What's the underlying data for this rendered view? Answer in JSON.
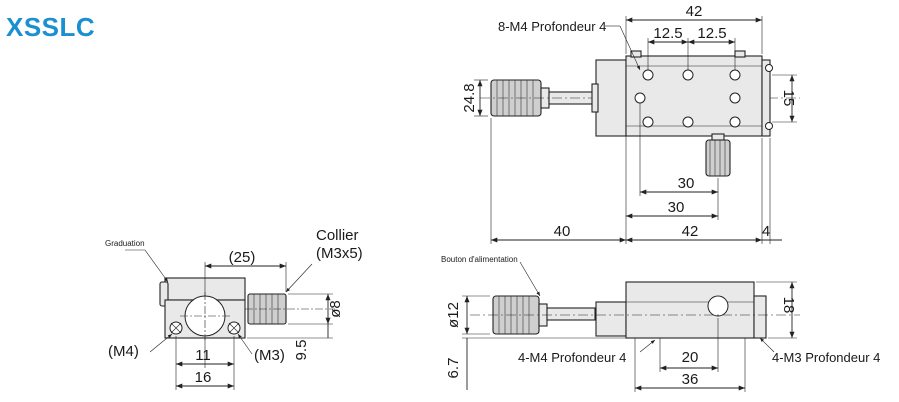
{
  "title": "XSSLC",
  "top_view": {
    "dims": {
      "width": "42",
      "pitch_left": "12.5",
      "pitch_right": "12.5",
      "height": "24.8",
      "inner": "15",
      "d30a": "30",
      "d30b": "30",
      "d40": "40",
      "d42": "42",
      "d4": "4"
    },
    "label_holes": "8-M4 Profondeur 4"
  },
  "side_view": {
    "label_graduation": "Graduation",
    "label_collar_1": "Collier",
    "label_collar_2": "(M3x5)",
    "d25": "(25)",
    "d8": "ø8",
    "d95": "9.5",
    "d11": "11",
    "d16": "16",
    "m4": "(M4)",
    "m3": "(M3)"
  },
  "front_view": {
    "label_feed": "Bouton d'alimentation",
    "d12": "ø12",
    "d67": "6.7",
    "d18": "18",
    "d20": "20",
    "d36": "36",
    "label_m4": "4-M4 Profondeur 4",
    "label_m3": "4-M3 Profondeur 4"
  }
}
